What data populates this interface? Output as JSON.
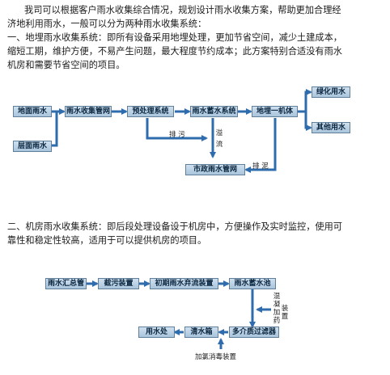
{
  "intro": {
    "line1": "我司可以根据客户雨水收集综合情况，规划设计雨水收集方案，帮助更加合理经",
    "line2": "济地利用雨水，一般可以分为两种雨水收集系统：",
    "line3": "一、地埋雨水收集系统：即所有设备采用地埋处理，更加节省空间，减少土建成本，",
    "line4": "缩短工期，维护方便，不易产生问题，最大程度节约成本；此方案特别合适没有雨水",
    "line5": "机房和需要节省空间的项目。"
  },
  "section2": {
    "line1": "二、机房雨水收集系统：即后段处理设备设于机房中，方便操作及实时监控，使用可",
    "line2": "靠性和稳定性较高，适用于可以提供机房的项目。"
  },
  "diagram1": {
    "boxes": {
      "ground_rain": "地面雨水",
      "roof_rain": "层面雨水",
      "collection_pipe": "雨水收集管网",
      "pretreatment": "预处理系统",
      "storage": "雨水蓄水系统",
      "integrated": "地埋一机体",
      "greening": "绿化用水",
      "other_use": "其他用水",
      "municipal": "市政雨水管网"
    },
    "labels": {
      "discharge_pollution": "排 污",
      "overflow_1": "溢",
      "overflow_2": "流",
      "drain": "排 泥"
    }
  },
  "diagram2": {
    "boxes": {
      "rain_pipe": "雨水汇总管",
      "intercept": "截污装置",
      "initial_discard": "初期雨水弃流装置",
      "storage_tank": "雨水蓄水池",
      "multi_filter": "多介质过滤器",
      "clear_tank": "清水箱",
      "use_point": "用水处"
    },
    "labels": {
      "coag_1": "混",
      "coag_2": "凝",
      "coag_3": "加",
      "coag_4": "药",
      "coag_5": "装",
      "coag_6": "置",
      "chlorine": "加氯消毒装置"
    }
  },
  "colors": {
    "arrow": "#2f6cae",
    "box_border": "#5f7f9a",
    "box_fill_top": "#cfe0ef",
    "box_fill_bottom": "#a9c4dc"
  }
}
